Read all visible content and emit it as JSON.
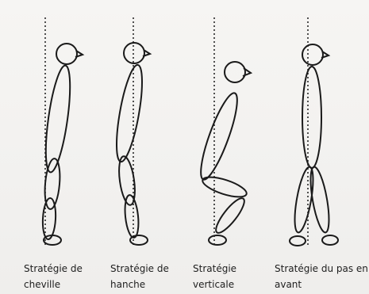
{
  "figures": [
    {
      "id": "cheville",
      "caption_line1": "Stratégie de",
      "caption_line2": "cheville"
    },
    {
      "id": "hanche",
      "caption_line1": "Stratégie de",
      "caption_line2": "hanche"
    },
    {
      "id": "verticale",
      "caption_line1": "Stratégie",
      "caption_line2": "verticale"
    },
    {
      "id": "pas",
      "caption_line1": "Stratégie du pas en",
      "caption_line2": "avant"
    }
  ],
  "colors": {
    "line": "#1a1a1a",
    "background": "#f3f2f0"
  }
}
